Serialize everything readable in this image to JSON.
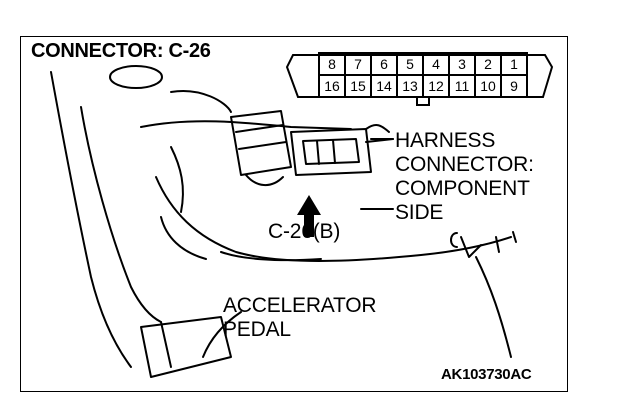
{
  "title": "CONNECTOR: C-26",
  "connector_pins": {
    "top_row": [
      "8",
      "7",
      "6",
      "5",
      "4",
      "3",
      "2",
      "1"
    ],
    "bottom_row": [
      "16",
      "15",
      "14",
      "13",
      "12",
      "11",
      "10",
      "9"
    ]
  },
  "labels": {
    "harness_line1": "HARNESS",
    "harness_line2": "CONNECTOR:",
    "harness_line3": "COMPONENT",
    "harness_line4": "SIDE",
    "connector_id": "C-26(B)",
    "accel_line1": "ACCELERATOR",
    "accel_line2": "PEDAL",
    "figure_code": "AK103730AC"
  }
}
